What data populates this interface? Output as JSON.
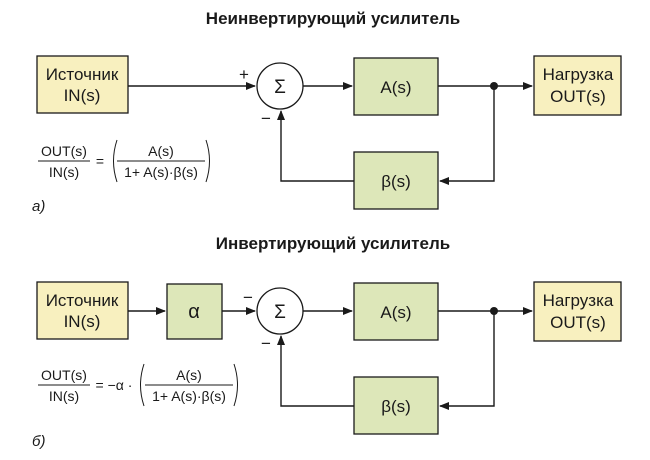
{
  "diagram_a": {
    "title": "Неинвертирующий усилитель",
    "source_line1": "Источник",
    "source_line2": "IN(s)",
    "summing_symbol": "Σ",
    "input_sign": "+",
    "feedback_sign": "−",
    "forward_block": "A(s)",
    "feedback_block": "β(s)",
    "load_line1": "Нагрузка",
    "load_line2": "OUT(s)",
    "formula": {
      "lhs_num": "OUT(s)",
      "lhs_den": "IN(s)",
      "equals": "=",
      "rhs_num": "A(s)",
      "rhs_den": "1+ A(s)·β(s)"
    },
    "label": "а)"
  },
  "diagram_b": {
    "title": "Инвертирующий усилитель",
    "source_line1": "Источник",
    "source_line2": "IN(s)",
    "alpha_block": "α",
    "summing_symbol": "Σ",
    "input_sign": "−",
    "feedback_sign": "−",
    "forward_block": "A(s)",
    "feedback_block": "β(s)",
    "load_line1": "Нагрузка",
    "load_line2": "OUT(s)",
    "formula": {
      "lhs_num": "OUT(s)",
      "lhs_den": "IN(s)",
      "equals": "= −α ·",
      "rhs_num": "A(s)",
      "rhs_den": "1+ A(s)·β(s)"
    },
    "label": "б)"
  }
}
